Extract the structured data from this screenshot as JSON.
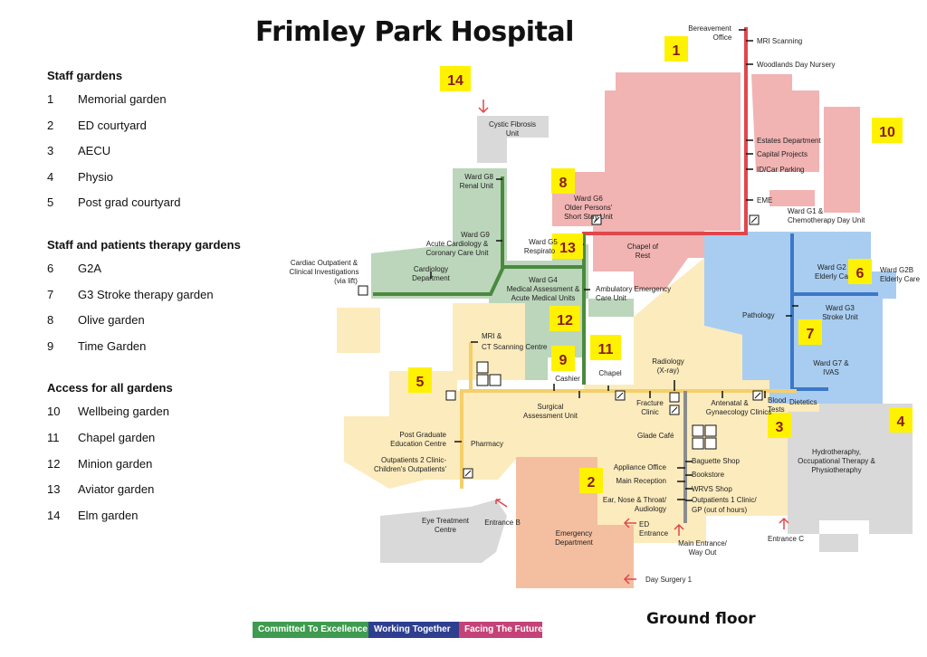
{
  "title": "Frimley Park Hospital",
  "legend": {
    "staff": {
      "heading": "Staff gardens",
      "items": [
        {
          "n": "1",
          "name": "Memorial garden"
        },
        {
          "n": "2",
          "name": "ED courtyard"
        },
        {
          "n": "3",
          "name": "AECU"
        },
        {
          "n": "4",
          "name": "Physio"
        },
        {
          "n": "5",
          "name": "Post grad courtyard"
        }
      ]
    },
    "therapy": {
      "heading": "Staff and patients therapy gardens",
      "items": [
        {
          "n": "6",
          "name": "G2A"
        },
        {
          "n": "7",
          "name": "G3 Stroke therapy garden"
        },
        {
          "n": "8",
          "name": "Olive garden"
        },
        {
          "n": "9",
          "name": "Time Garden"
        }
      ]
    },
    "access": {
      "heading": "Access for all gardens",
      "items": [
        {
          "n": "10",
          "name": "Wellbeing garden"
        },
        {
          "n": "11",
          "name": "Chapel garden"
        },
        {
          "n": "12",
          "name": "Minion garden"
        },
        {
          "n": "13",
          "name": "Aviator garden"
        },
        {
          "n": "14",
          "name": "Elm garden"
        }
      ]
    }
  },
  "markers": [
    "1",
    "2",
    "3",
    "4",
    "5",
    "6",
    "7",
    "8",
    "9",
    "10",
    "11",
    "12",
    "13",
    "14"
  ],
  "labels": {
    "bereavement_1": "Bereavement",
    "bereavement_2": "Office",
    "mri_scanning": "MRI Scanning",
    "woodlands": "Woodlands Day Nursery",
    "cf_1": "Cystic Fibrosis",
    "cf_2": "Unit",
    "estates": "Estates Department",
    "capital": "Capital Projects",
    "idcar": "ID/Car Parking",
    "eme": "EME",
    "g8_1": "Ward G8",
    "g8_2": "Renal Unit",
    "g6_1": "Ward G6",
    "g6_2": "Older Persons'",
    "g6_3": "Short Stay Unit",
    "g1_1": "Ward G1 &",
    "g1_2": "Chemotherapy Day Unit",
    "g9_1": "Ward G9",
    "g9_2": "Acute Cardiology &",
    "g9_3": "Coronary Care Unit",
    "g5_1": "Ward G5",
    "g5_2": "Respirato",
    "chapel_rest_1": "Chapel of",
    "chapel_rest_2": "Rest",
    "g2_1": "Ward G2",
    "g2_2": "Elderly Ca",
    "g2b_1": "Ward G2B",
    "g2b_2": "Elderly Care",
    "cardiac_1": "Cardiac Outpatient &",
    "cardiac_2": "Clinical Investigations",
    "cardiac_3": "(via lift)",
    "cardiology_1": "Cardiology",
    "cardiology_2": "Department",
    "g4_1": "Ward G4",
    "g4_2": "Medical Assessment &",
    "g4_3": "Acute Medical Units",
    "aecu_1": "Ambulatory Emergency",
    "aecu_2": "Care Unit",
    "g3_1": "Ward G3",
    "g3_2": "Stroke Unit",
    "pathology": "Pathology",
    "mri_ct_1": "MRI &",
    "mri_ct_2": "CT Scanning Centre",
    "radiology_1": "Radiology",
    "radiology_2": "(X-ray)",
    "chapel": "Chapel",
    "cashier": "Cashier",
    "g7_1": "Ward G7 &",
    "g7_2": "IVAS",
    "surgical_1": "Surgical",
    "surgical_2": "Assessment Unit",
    "fracture_1": "Fracture",
    "fracture_2": "Clinic",
    "antenatal_1": "Antenatal &",
    "antenatal_2": "Gynaecology Clinics",
    "blood_1": "Blood",
    "blood_2": "Tests",
    "dietetics": "Dietetics",
    "glade": "Glade Café",
    "postgrad_1": "Post Graduate",
    "postgrad_2": "Education Centre",
    "pharmacy": "Pharmacy",
    "op2_1": "Outpatients 2 Clinic-",
    "op2_2": "Children's Outpatients'",
    "baguette": "Baguette Shop",
    "appliance": "Appliance Office",
    "bookstore": "Bookstore",
    "main_reception": "Main Reception",
    "wrvs": "WRVS Shop",
    "ent_1": "Ear, Nose & Throat/",
    "ent_2": "Audiology",
    "op1_1": "Outpatients 1 Clinic/",
    "op1_2": "GP (out of hours)",
    "hydro_1": "Hydrotheraphy,",
    "hydro_2": "Occupational Therapy &",
    "hydro_3": "Physiotheraphy",
    "eye_1": "Eye Treatment",
    "eye_2": "Centre",
    "entrance_b": "Entrance B",
    "ed_1": "Emergency",
    "ed_2": "Department",
    "ed_ent_1": "ED",
    "ed_ent_2": "Entrance",
    "main_ent_1": "Main Entrance/",
    "main_ent_2": "Way Out",
    "entrance_c": "Entrance C",
    "day_surgery": "Day Surgery 1"
  },
  "ground_floor": "Ground floor",
  "footer": [
    "Committed To Excellence",
    "Working Together",
    "Facing The Future"
  ],
  "colors": {
    "pink": "#f2b3b3",
    "green": "#bcd6bb",
    "blue": "#a9cdf0",
    "cream": "#fcebbd",
    "grey": "#d9d9d9",
    "salmon": "#f4bfa0",
    "route_red": "#e0474c",
    "route_green": "#4a8a3f",
    "route_blue": "#3b78c9",
    "route_yellow": "#f4cf6a",
    "route_grey": "#8c8c8c",
    "marker": "#fff200",
    "marker_text": "#8b1a1a",
    "footer_green": "#3e9b4f",
    "footer_blue": "#2e3f8f",
    "footer_pink": "#c44277"
  }
}
